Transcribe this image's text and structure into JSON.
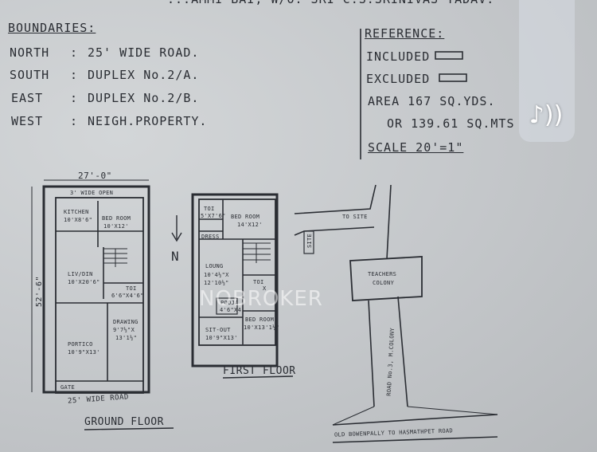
{
  "header_partial": "...AMMI BAI, W/O. SRI C.S.SRINIVAS YADAV.",
  "boundaries": {
    "title": "BOUNDARIES:",
    "rows": [
      {
        "dir": "NORTH",
        "sep": ":",
        "val": "25' WIDE ROAD."
      },
      {
        "dir": "SOUTH",
        "sep": ":",
        "val": "DUPLEX No.2/A."
      },
      {
        "dir": "EAST",
        "sep": ":",
        "val": "DUPLEX No.2/B."
      },
      {
        "dir": "WEST",
        "sep": ":",
        "val": "NEIGH.PROPERTY."
      }
    ]
  },
  "reference": {
    "title": "REFERENCE:",
    "included": "INCLUDED",
    "excluded": "EXCLUDED",
    "area1": "AREA 167 SQ.YDS.",
    "area2": "OR 139.61 SQ.MTS",
    "scale": "SCALE 20'=1\""
  },
  "ground": {
    "width_dim": "27'-0\"",
    "depth_dim": "52'-6\"",
    "open": "3' WIDE OPEN",
    "kitchen": "KITCHEN",
    "kitchen_dim": "10'X8'6\"",
    "bed": "BED ROOM",
    "bed_dim": "10'X12'",
    "liv": "LIV/DIN",
    "liv_dim": "10'X20'6\"",
    "toi": "TOI",
    "toi_dim": "6'6\"X4'6\"",
    "drawing": "DRAWING",
    "drawing_dim1": "9'7½\"X",
    "drawing_dim2": "13'1½\"",
    "portico": "PORTICO",
    "portico_dim": "10'9\"X13'",
    "gate": "GATE",
    "road": "25' WIDE ROAD",
    "label": "GROUND FLOOR"
  },
  "first": {
    "toi": "TOI",
    "toi_dim": "5'X7'6\"",
    "bed1": "BED ROOM",
    "bed1_dim": "14'X12'",
    "dress": "DRESS",
    "loung": "LOUNG",
    "loung_dim1": "10'4½\"X",
    "loung_dim2": "12'10½\"",
    "pooja": "POOJA",
    "pooja_dim": "4'6\"X4'",
    "toi2": "TOI",
    "toi2_dim": "X",
    "sitout": "SIT-OUT",
    "sitout_dim": "10'9\"X13'",
    "bed2": "BED ROOM",
    "bed2_dim": "10'X13'1½\"",
    "label": "FIRST FLOOR"
  },
  "north": "N",
  "map": {
    "to_site": "TO SITE",
    "site": "SITE",
    "teachers": "TEACHERS",
    "colony": "COLONY",
    "road_vertical": "ROAD No.3, M.COLONY",
    "road_bottom": "OLD BOWENPALLY TO HASMATHPET ROAD"
  },
  "watermark": "NOBROKER",
  "icons": {
    "audio": "music-note-icon"
  }
}
